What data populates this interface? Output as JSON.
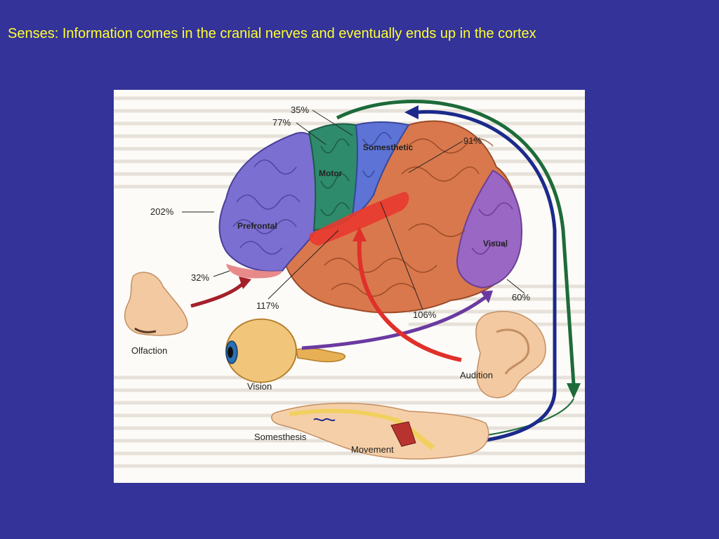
{
  "slide": {
    "title": "Senses: Information comes in the cranial nerves and eventually ends up in the cortex"
  },
  "colors": {
    "background": "#333399",
    "title": "#ffff33",
    "prefrontal": "#7b6fd1",
    "motor": "#2e8b6b",
    "somesthetic": "#5d73d6",
    "temporal_parietal": "#d9784d",
    "visual": "#9a68c4",
    "olfaction_arrow": "#a3202a",
    "audition_arrow": "#e0302a",
    "vision_arrow": "#6a3aa0",
    "somesthesis_arrow": "#1c2a8c",
    "movement_arrow": "#1d6b3a"
  },
  "diagram": {
    "regions": {
      "motor": "Motor",
      "somesthetic": "Somesthetic",
      "prefrontal": "Prefrontal",
      "visual": "Visual"
    },
    "percentages": {
      "p35": "35%",
      "p77": "77%",
      "p91": "91%",
      "p202": "202%",
      "p32": "32%",
      "p117": "117%",
      "p106": "106%",
      "p60": "60%"
    },
    "senses": {
      "olfaction": "Olfaction",
      "vision": "Vision",
      "audition": "Audition",
      "somesthesis": "Somesthesis",
      "movement": "Movement"
    }
  }
}
